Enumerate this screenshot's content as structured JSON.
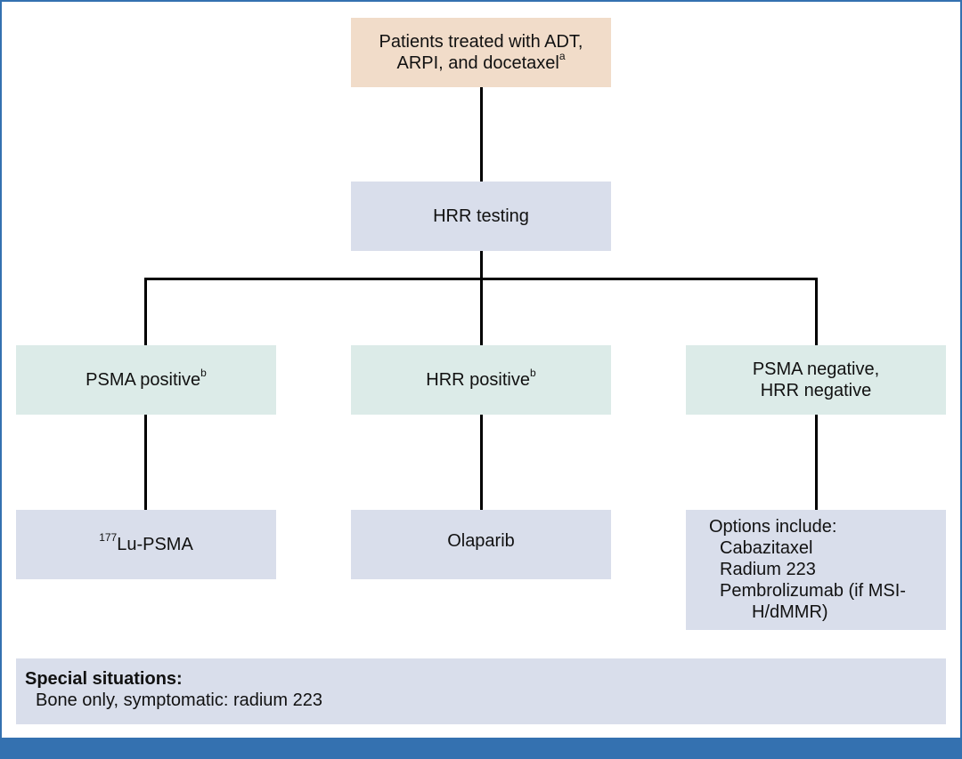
{
  "nodes": {
    "top": {
      "text": "Patients treated with ADT,",
      "text2": "ARPI, and docetaxel",
      "sup": "a"
    },
    "hrr_testing": {
      "text": "HRR testing"
    },
    "psma_pos": {
      "text": "PSMA positive",
      "sup": "b"
    },
    "hrr_pos": {
      "text": "HRR positive",
      "sup": "b"
    },
    "neg": {
      "text": "PSMA negative,",
      "text2": "HRR negative"
    },
    "lu_psma": {
      "sup": "177",
      "text": "Lu-PSMA"
    },
    "olaparib": {
      "text": "Olaparib"
    },
    "options": {
      "header": "Options include:",
      "items": [
        "Cabazitaxel",
        "Radium 223",
        "Pembrolizumab (if MSI-"
      ],
      "cont": "H/dMMR)"
    }
  },
  "special": {
    "title": "Special situations:",
    "body": "Bone only, symptomatic: radium 223"
  },
  "colors": {
    "peach": "#f1dcc9",
    "lavender": "#d9deeb",
    "mint": "#dcebe8",
    "accent": "#3471b0"
  }
}
